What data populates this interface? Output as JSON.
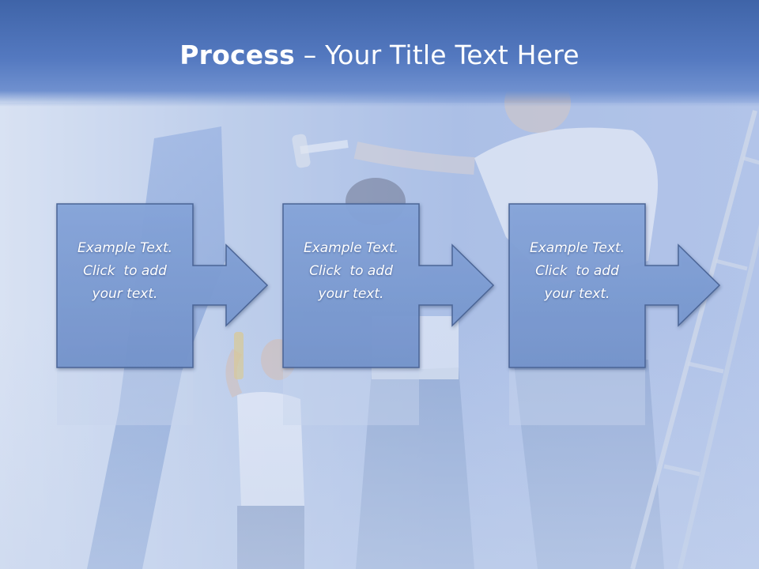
{
  "slide": {
    "title_bold": "Process",
    "title_rest": " – Your Title Text Here"
  },
  "steps": [
    {
      "line1": "Example Text.",
      "line2": "Click  to add",
      "line3": "your text."
    },
    {
      "line1": "Example Text.",
      "line2": "Click  to add",
      "line3": "your text."
    },
    {
      "line1": "Example Text.",
      "line2": "Click  to add",
      "line3": "your text."
    }
  ],
  "colors": {
    "title_bar": "#4a6fb5",
    "box_fill": "#7d9dd4",
    "box_border": "#4b6596",
    "text": "#ffffff"
  }
}
